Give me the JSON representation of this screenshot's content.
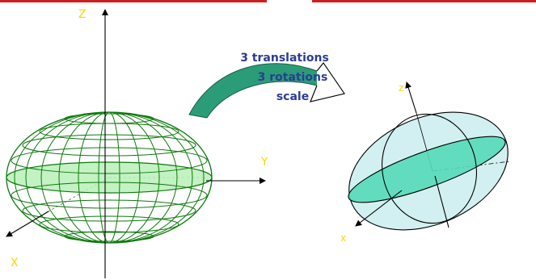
{
  "colors": {
    "top_bar": "#cc1f1f",
    "axis_label": "#ffd400",
    "title": "#2d3c92",
    "wire": "#0d7a0d",
    "equator_fill": "#b8f0b8",
    "ellipsoid_fill": "#cdeef0",
    "disk_fill": "#55d9b8",
    "arrow_fill": "#2a9d78"
  },
  "left_axes": {
    "z": "Z",
    "y": "Y",
    "x": "X"
  },
  "right_axes": {
    "z": "z",
    "x": "x"
  },
  "transform_caption": {
    "line1": "3 translations",
    "line2": "3 rotations",
    "line3": "scale"
  }
}
